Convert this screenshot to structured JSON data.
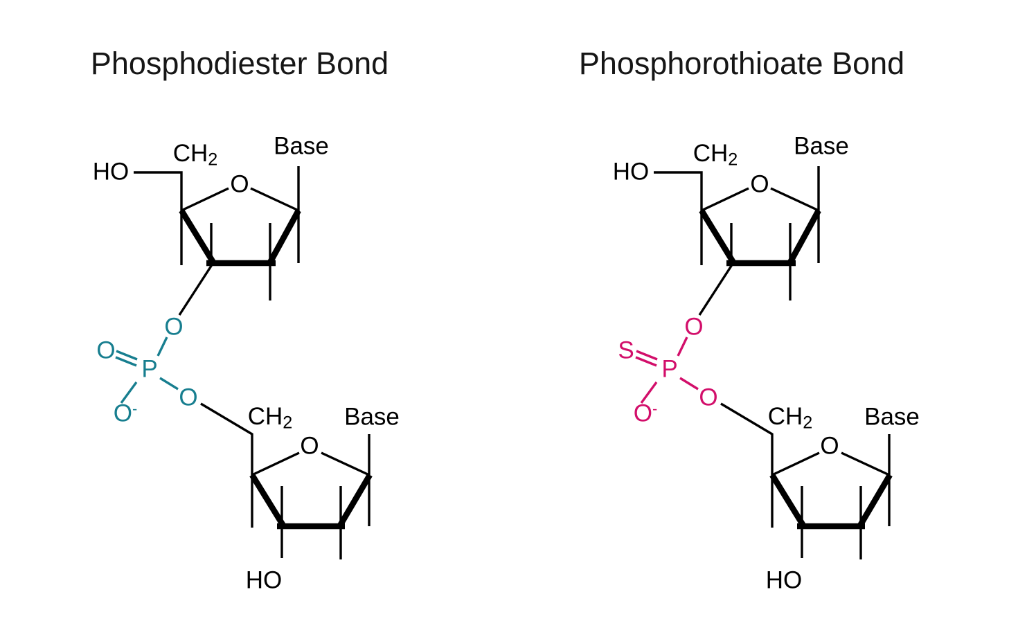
{
  "figure": {
    "background": "#ffffff",
    "bond_color": "#000000"
  },
  "diagrams": {
    "left": {
      "title": "Phosphodiester Bond",
      "accent_color": "#177e8f",
      "atoms": {
        "ho_top": "HO",
        "ch2_top": "CH",
        "ch2_top_sub": "2",
        "base_top": "Base",
        "ring_o_top": "O",
        "ester_o_top": "O",
        "double_bond_atom": "O",
        "phosphorus": "P",
        "o_minus": "O",
        "o_minus_charge": "-",
        "ester_o_bottom": "O",
        "ch2_bottom": "CH",
        "ch2_bottom_sub": "2",
        "base_bottom": "Base",
        "ring_o_bottom": "O",
        "ho_bottom": "HO"
      }
    },
    "right": {
      "title": "Phosphorothioate Bond",
      "accent_color": "#d20e6a",
      "atoms": {
        "ho_top": "HO",
        "ch2_top": "CH",
        "ch2_top_sub": "2",
        "base_top": "Base",
        "ring_o_top": "O",
        "ester_o_top": "O",
        "double_bond_atom": "S",
        "phosphorus": "P",
        "o_minus": "O",
        "o_minus_charge": "-",
        "ester_o_bottom": "O",
        "ch2_bottom": "CH",
        "ch2_bottom_sub": "2",
        "base_bottom": "Base",
        "ring_o_bottom": "O",
        "ho_bottom": "HO"
      }
    }
  }
}
